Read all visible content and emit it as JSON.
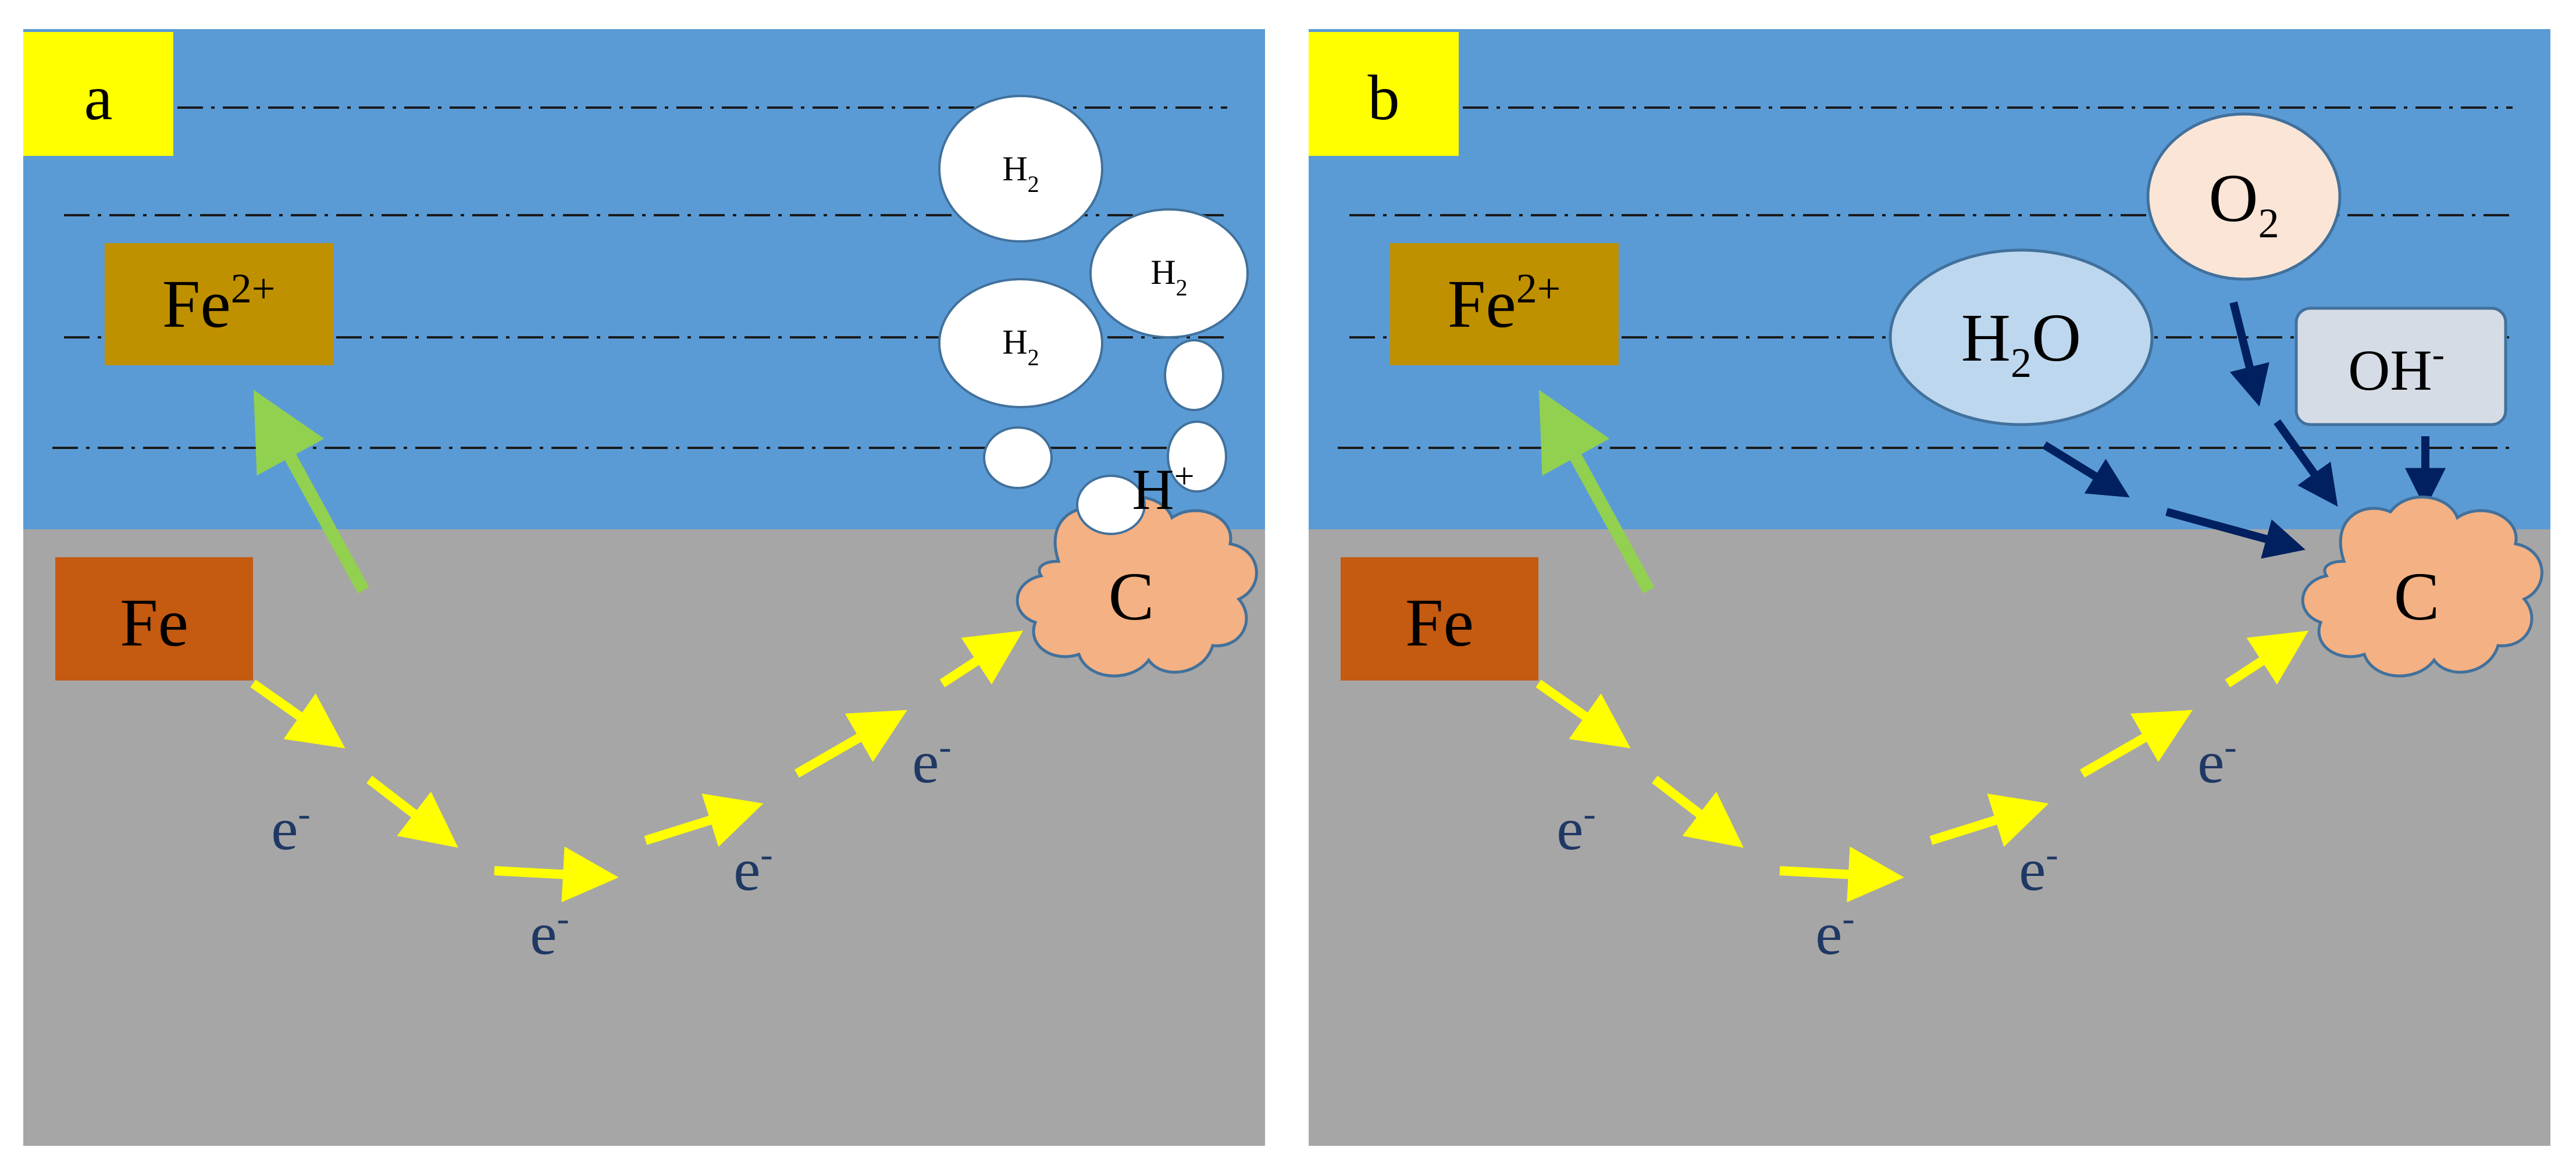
{
  "colors": {
    "water": "#5b9bd5",
    "metal": "#a6a6a6",
    "fe_box": "#c55a11",
    "fe2_box": "#bf9000",
    "carbon": "#f4b183",
    "carbon_stroke": "#41719c",
    "panel_label_bg": "#ffff00",
    "electron_arrow": "#ffff00",
    "ion_arrow": "#92d050",
    "reactant_arrow": "#002060",
    "bubble": "#ffffff",
    "o2_fill": "#fbe5d6",
    "h2o_fill": "#bdd7ee",
    "oh_fill": "#d6dce5"
  },
  "panel_a": {
    "label": "a",
    "fe": "Fe",
    "fe2_base": "Fe",
    "fe2_sup": "2+",
    "carbon": "C",
    "bubbles": [
      {
        "base": "H",
        "sub": "2"
      },
      {
        "base": "H",
        "sub": "2"
      },
      {
        "base": "H",
        "sub": "2"
      }
    ],
    "hplus_base": "H",
    "hplus_sup": "+",
    "electrons": [
      {
        "base": "e",
        "sup": "-"
      },
      {
        "base": "e",
        "sup": "-"
      },
      {
        "base": "e",
        "sup": "-"
      },
      {
        "base": "e",
        "sup": "-"
      }
    ]
  },
  "panel_b": {
    "label": "b",
    "fe": "Fe",
    "fe2_base": "Fe",
    "fe2_sup": "2+",
    "carbon": "C",
    "o2_base": "O",
    "o2_sub": "2",
    "h2o_h": "H",
    "h2o_sub": "2",
    "h2o_o": "O",
    "oh_base": "OH",
    "oh_sup": "-",
    "electrons": [
      {
        "base": "e",
        "sup": "-"
      },
      {
        "base": "e",
        "sup": "-"
      },
      {
        "base": "e",
        "sup": "-"
      },
      {
        "base": "e",
        "sup": "-"
      }
    ]
  }
}
